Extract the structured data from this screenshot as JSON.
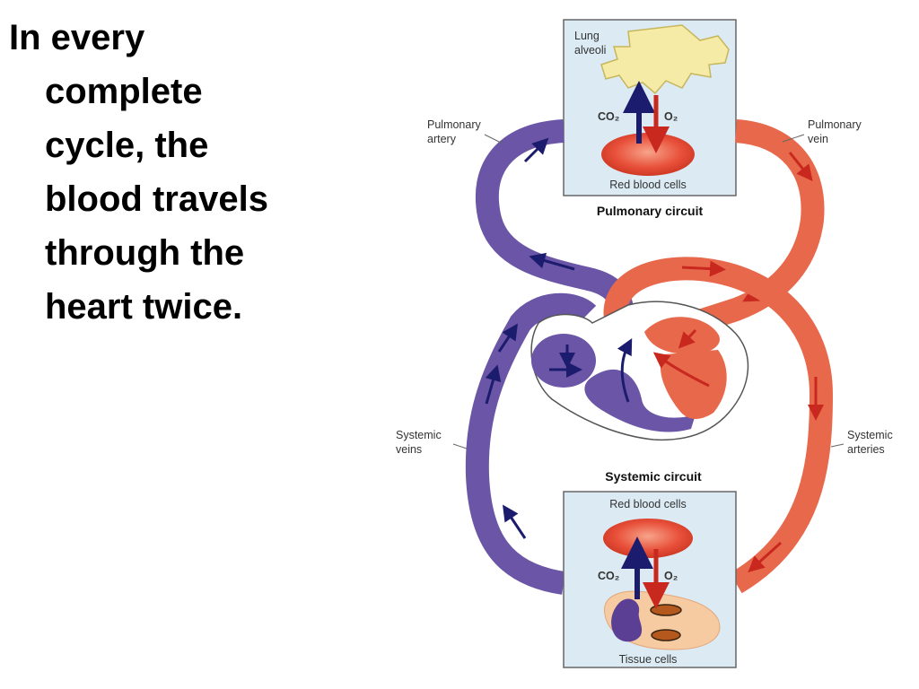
{
  "slide": {
    "lines": [
      "In every",
      "complete",
      "cycle, the",
      "blood travels",
      "through the",
      "heart twice."
    ]
  },
  "diagram": {
    "lung_label": [
      "Lung",
      "alveoli"
    ],
    "pulmonary_artery": [
      "Pulmonary",
      "artery"
    ],
    "pulmonary_vein": [
      "Pulmonary",
      "vein"
    ],
    "systemic_veins": [
      "Systemic",
      "veins"
    ],
    "systemic_arteries": [
      "Systemic",
      "arteries"
    ],
    "co2": "CO₂",
    "o2": "O₂",
    "red_cells_top": "Red blood cells",
    "red_cells_bottom": "Red blood cells",
    "pulmonary_circuit": "Pulmonary circuit",
    "systemic_circuit": "Systemic circuit",
    "tissue_cells": "Tissue cells",
    "colors": {
      "deoxygenated": "#6b55a6",
      "oxygenated": "#e8684c",
      "arrow_dark": "#1c1c6e",
      "arrow_red": "#c8281e",
      "box_fill": "#dbeaf3",
      "lung": "#f5eba7"
    }
  }
}
